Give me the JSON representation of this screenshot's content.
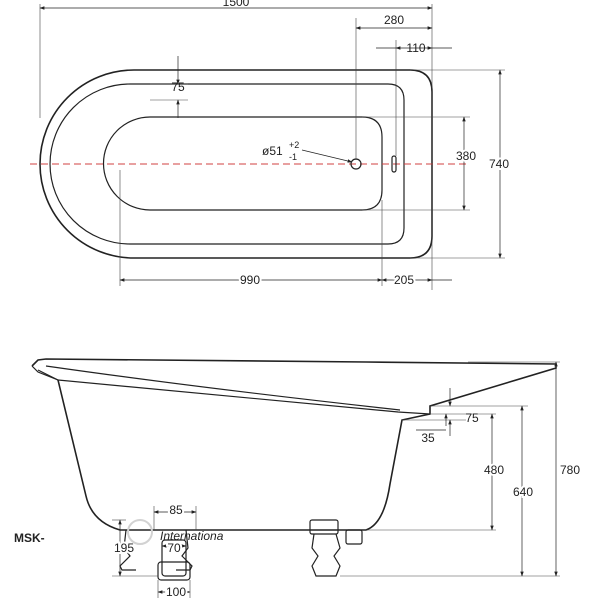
{
  "top_view": {
    "overall_length": "1500",
    "drain_offset": "280",
    "overflow_offset": "110",
    "rim_width": "75",
    "drain_diameter_prefix": "ø51",
    "drain_tol_upper": "+2",
    "drain_tol_lower": "-1",
    "inner_width": "380",
    "overall_width": "740",
    "inner_length": "990",
    "end_length": "205"
  },
  "side_view": {
    "rim_thickness": "75",
    "rim_lip": "35",
    "inner_depth": "480",
    "height_to_rim": "640",
    "overall_height": "780",
    "foot_width": "85",
    "foot_height": "195",
    "foot_inner": "70",
    "foot_base": "100"
  },
  "watermark": {
    "logo": "MSK-",
    "script": "Internationa"
  },
  "colors": {
    "line": "#222222",
    "centerline": "#d04040",
    "watermark": "#c9c9c9"
  }
}
